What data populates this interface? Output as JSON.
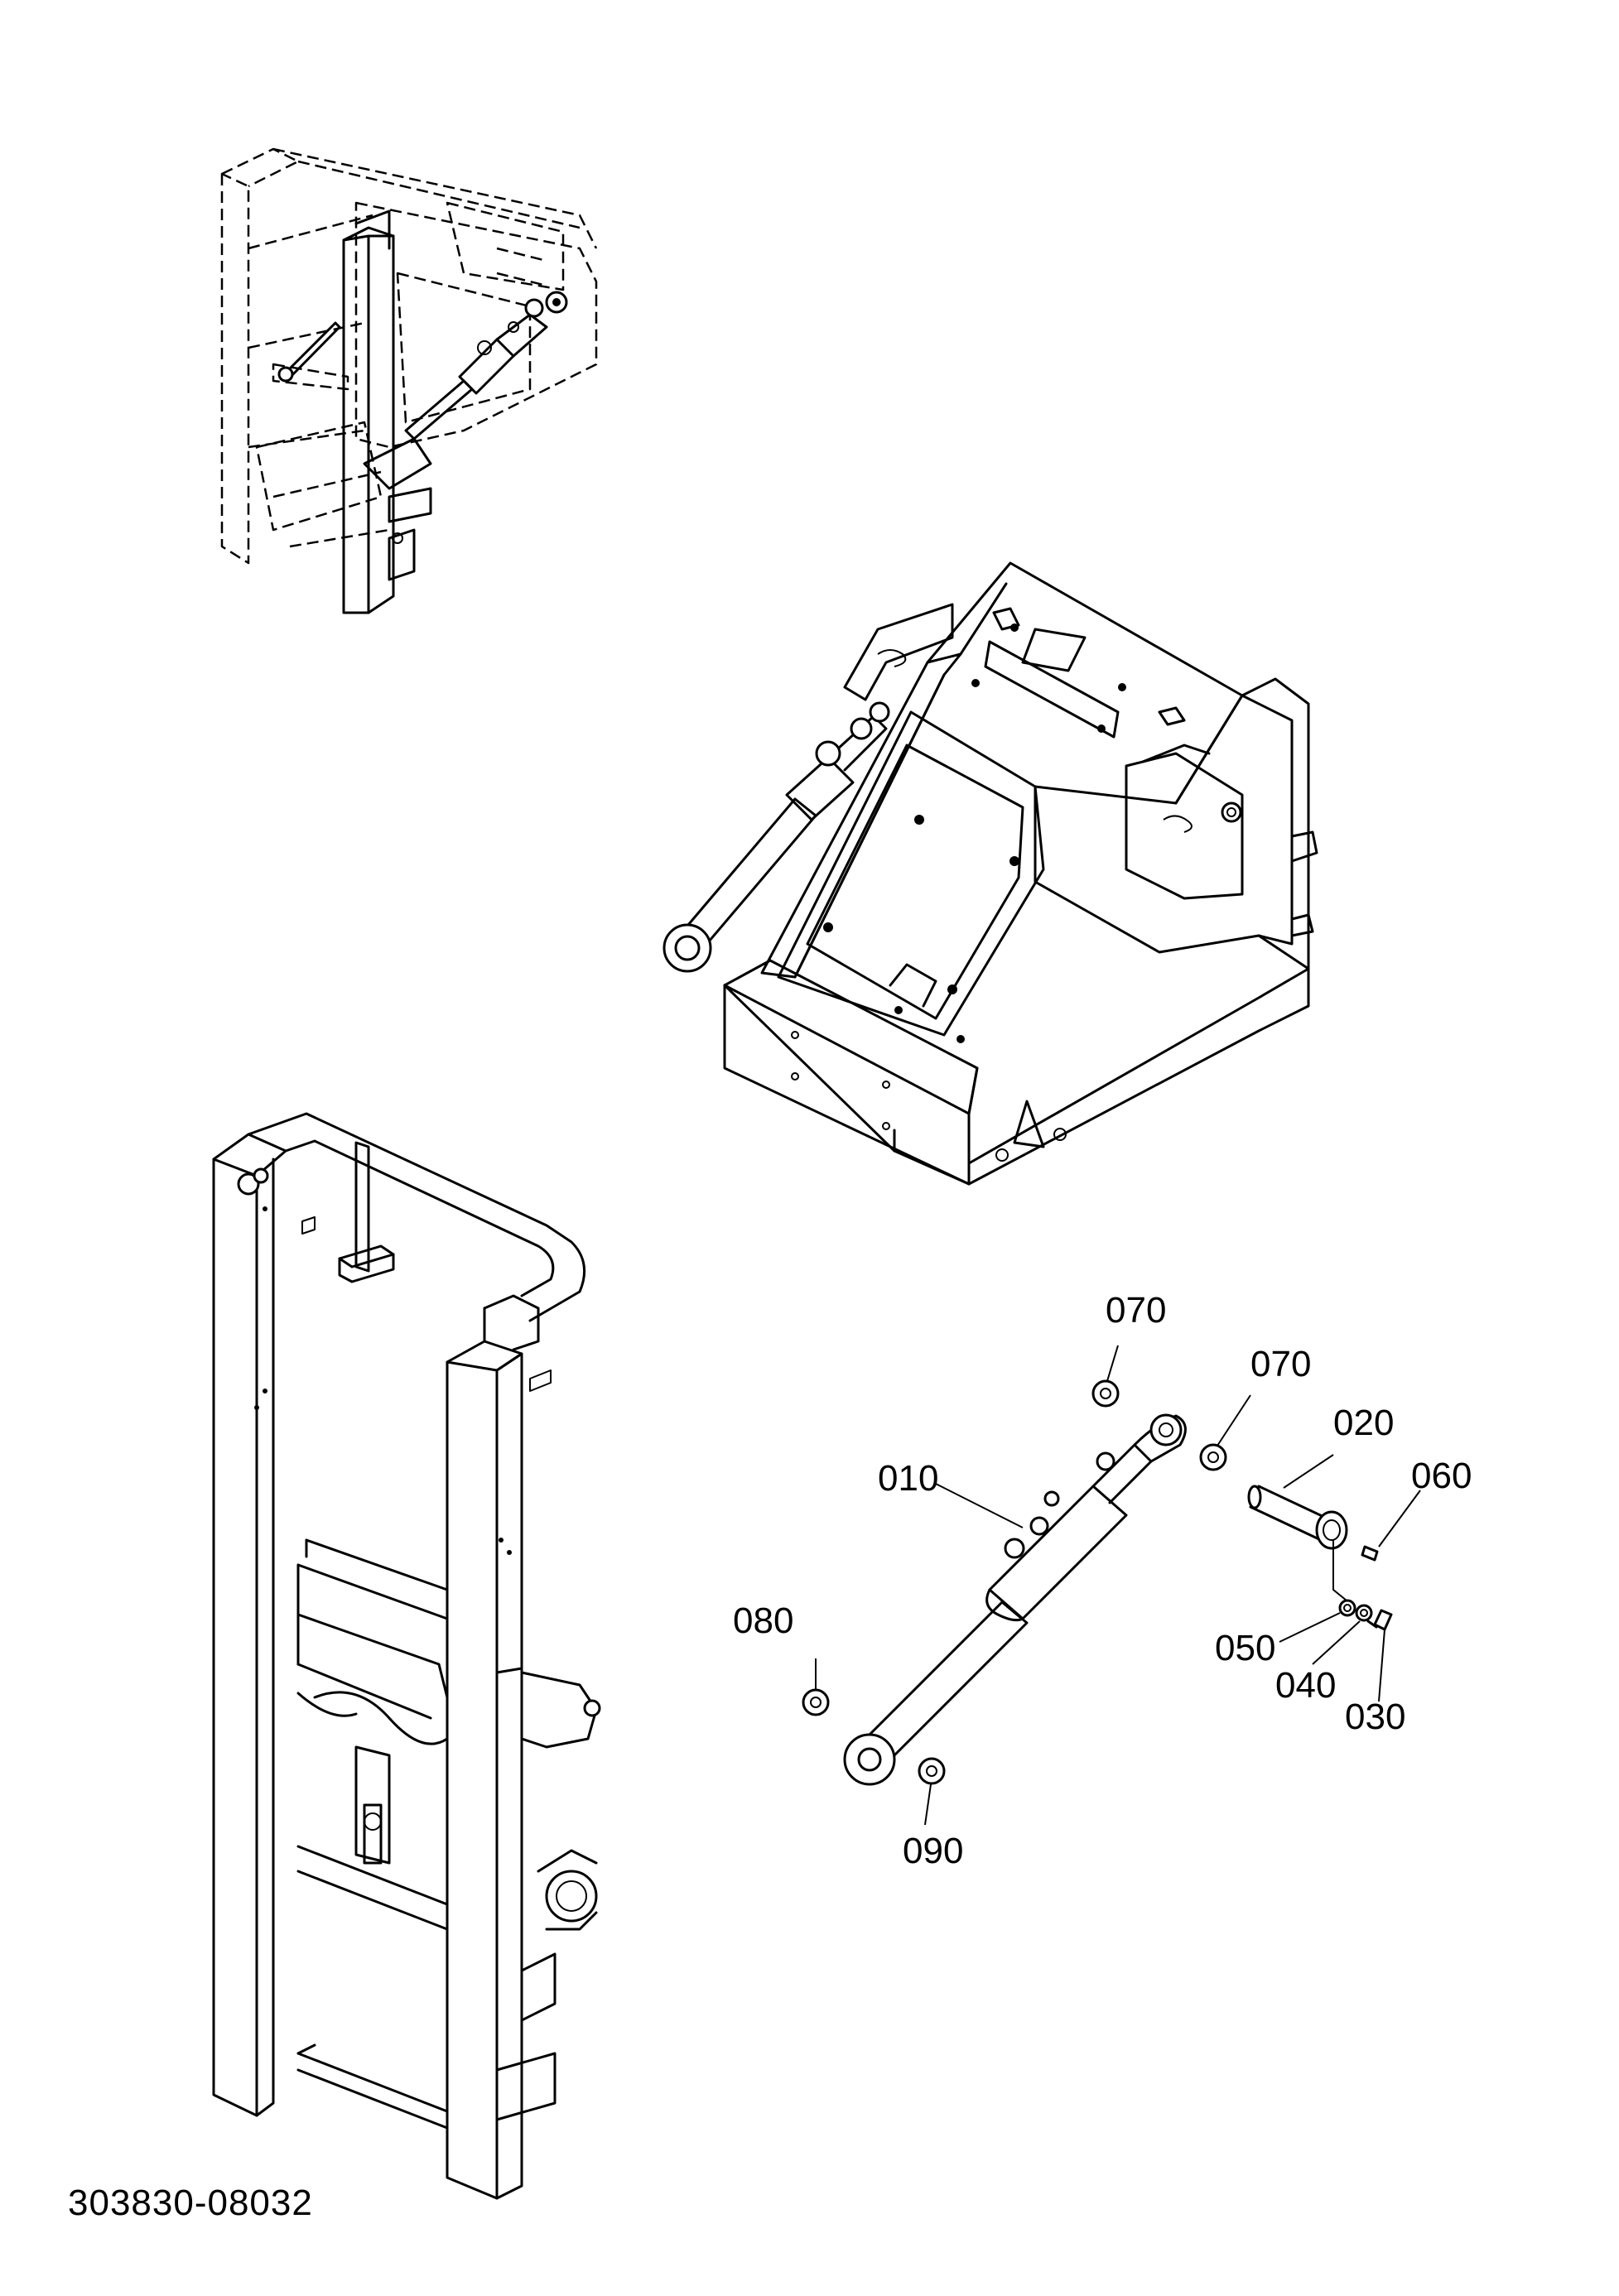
{
  "callouts": {
    "p010": "010",
    "p020": "020",
    "p030": "030",
    "p040": "040",
    "p050": "050",
    "p060": "060",
    "p070a": "070",
    "p070b": "070",
    "p080": "080",
    "p090": "090"
  },
  "drawing_number": "303830-08032"
}
